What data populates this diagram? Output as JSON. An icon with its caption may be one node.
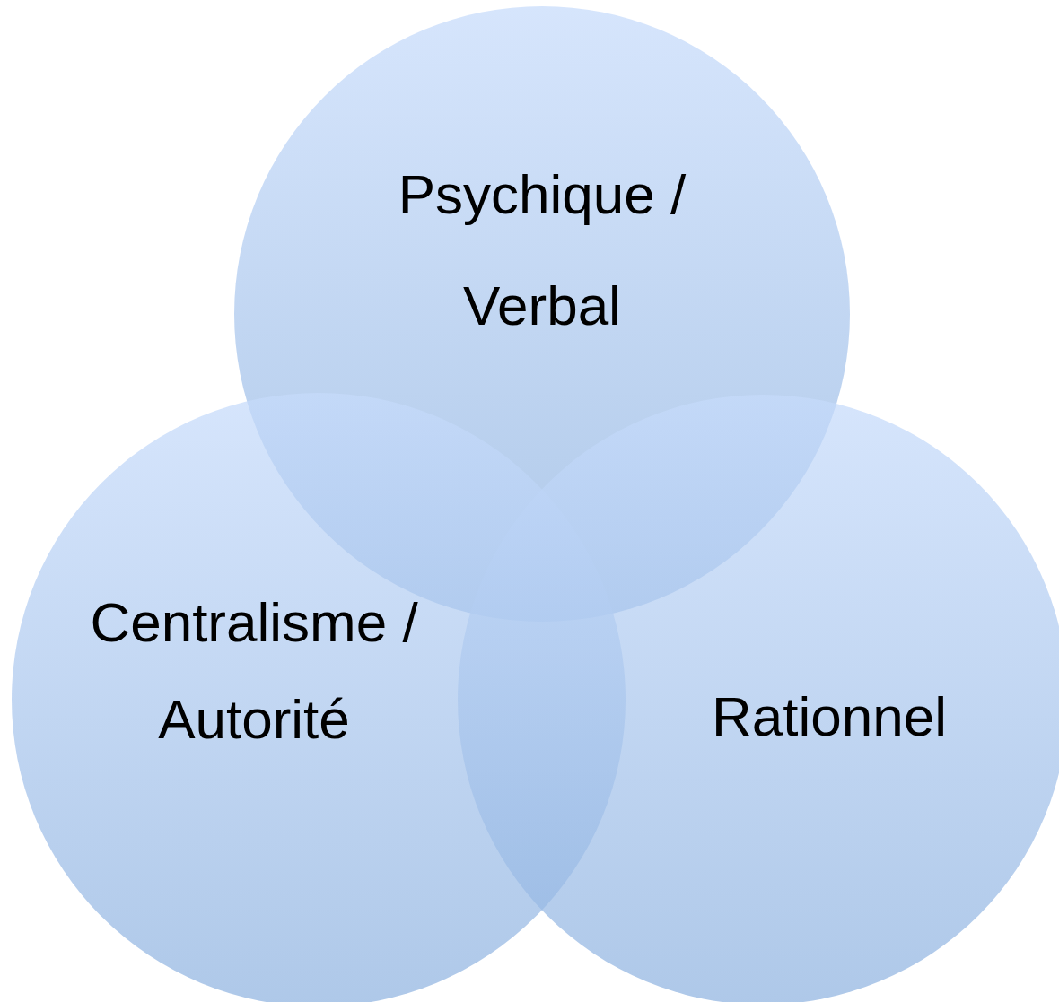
{
  "diagram": {
    "nodes": [
      {
        "text": [
          "Psychique / Verbal"
        ]
      },
      {
        "text": [
          "Centralisme / Autorité"
        ]
      },
      {
        "text": [
          "Rationnel"
        ]
      }
    ]
  }
}
